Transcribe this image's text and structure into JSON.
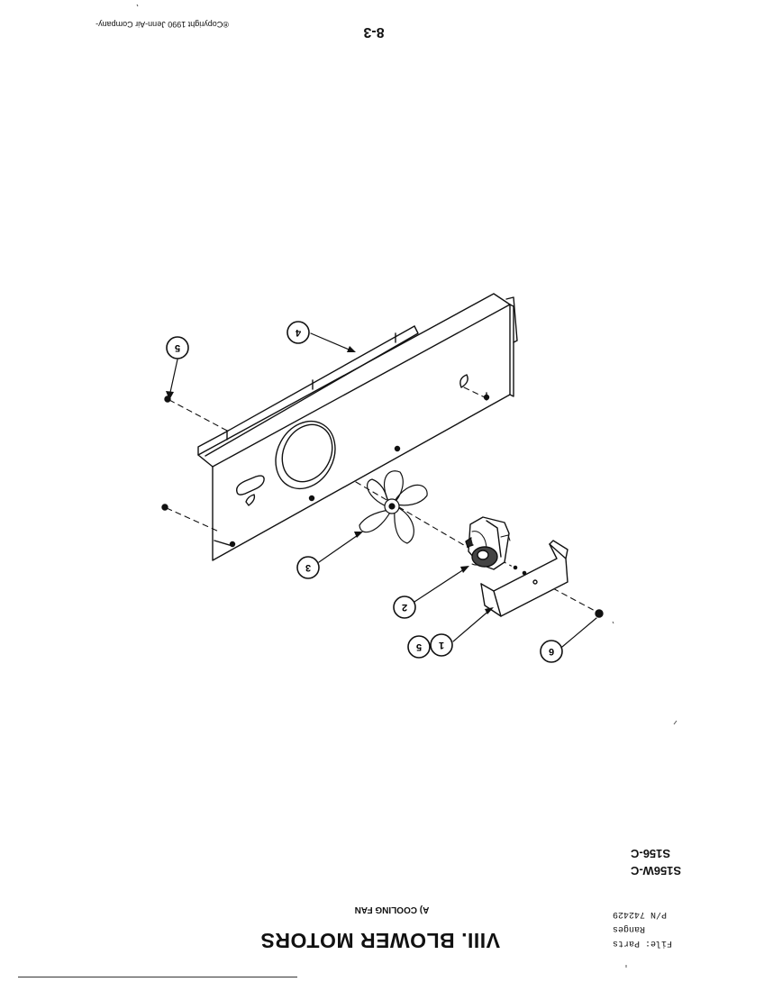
{
  "header": {
    "copyright": "®Copyright 1990 Jenn-Air Company-",
    "page_number": "8-3"
  },
  "footer": {
    "models": [
      "S156W-C",
      "S156-C"
    ],
    "file_info": [
      "File: Parts",
      "Ranges",
      "P/N 742429"
    ],
    "section_subtitle": "A) COOLING FAN",
    "section_title": "VIII. BLOWER MOTORS"
  },
  "callouts": [
    {
      "key": "c5a",
      "label": "5"
    },
    {
      "key": "c4",
      "label": "4"
    },
    {
      "key": "c3",
      "label": "3"
    },
    {
      "key": "c2",
      "label": "2"
    },
    {
      "key": "c5b",
      "label": "5"
    },
    {
      "key": "c1",
      "label": "1"
    },
    {
      "key": "c6",
      "label": "6"
    }
  ]
}
